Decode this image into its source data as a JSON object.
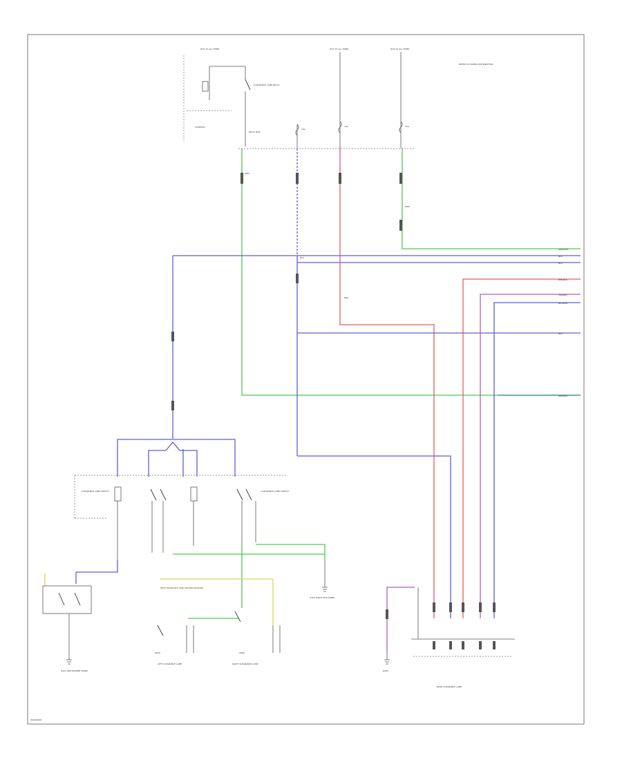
{
  "diagram": {
    "footer_code": "W0000000",
    "colors": {
      "green": "#4cc94c",
      "blue": "#5a5ae6",
      "red": "#e85a5a",
      "violet": "#b45ab4",
      "dark_green": "#3c8f6a",
      "yellow": "#d8d85a",
      "wire_gray": "#555555"
    },
    "power_sources": [
      {
        "id": "src-1",
        "text": "HOT AT ALL TIMES"
      },
      {
        "id": "src-2",
        "text": "HOT AT ALL TIMES"
      },
      {
        "id": "src-3",
        "text": "HOT AT ALL TIMES"
      }
    ],
    "top_right_note": "REFER TO POWER DISTRIBUTION",
    "relay_label": "CLEARANCE LAMP RELAY",
    "control_label": "CONTROL",
    "fuses": [
      {
        "id": "fuse-1",
        "text": "10A"
      },
      {
        "id": "fuse-2",
        "text": "10A"
      },
      {
        "id": "fuse-3",
        "text": "10A"
      }
    ],
    "relay_box_label": "RELAY BOX",
    "connector_labels": {
      "c1": "GRN",
      "c2": "BLU",
      "c3": "RED",
      "c4": "GRN"
    },
    "right_labels": [
      {
        "id": "rl-1",
        "text": "GRN/WHT"
      },
      {
        "id": "rl-2",
        "text": "BLU"
      },
      {
        "id": "rl-3",
        "text": "BLU"
      },
      {
        "id": "rl-4",
        "text": "RED/BLK"
      },
      {
        "id": "rl-5",
        "text": "VIO/RED"
      },
      {
        "id": "rl-6",
        "text": "BLU/WHT"
      },
      {
        "id": "rl-7",
        "text": "BLU"
      },
      {
        "id": "rl-8",
        "text": "GRN/BLK"
      }
    ],
    "switch_labels": {
      "left_switch": "CLEARANCE LAMP SWITCH",
      "right_switch": "CLEARANCE LAMP SWITCH",
      "ground_left": "G101 INSTRUMENT PANEL",
      "ground_mid": "G102 RIGHT KICK PANEL",
      "left_lamp": "LEFT CLEARANCE LAMP",
      "right_lamp": "RIGHT CLEARANCE LAMP",
      "bottom_right": "REAR CLEARANCE LAMP",
      "ground_right": "G301",
      "note_center": "WITH HEADLIGHT AND TRAILER PACKAGE"
    }
  }
}
